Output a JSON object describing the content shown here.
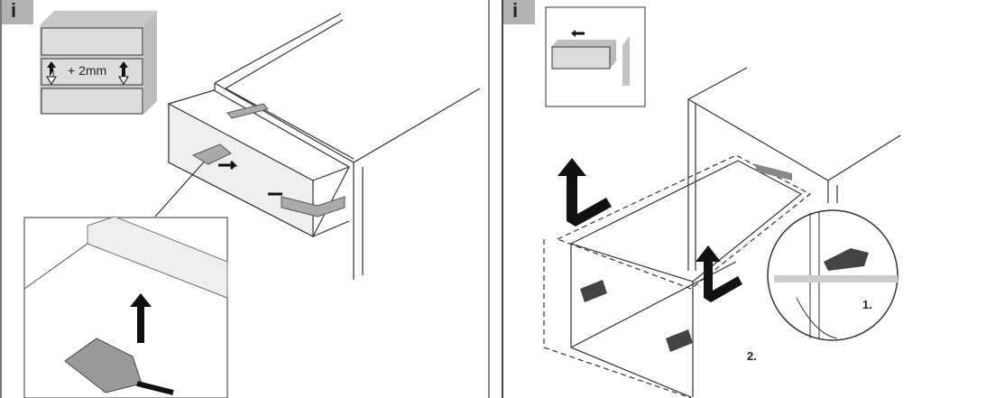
{
  "left_panel": {
    "info_badge": "i",
    "height_adjust_label": "+ 2mm"
  },
  "right_panel": {
    "info_badge": "i",
    "step_1_label": "1.",
    "step_2_label": "2."
  },
  "colors": {
    "badge_bg": "#b3b3b3",
    "cabinet_gray": "#d9d9d9",
    "line": "#333333"
  }
}
